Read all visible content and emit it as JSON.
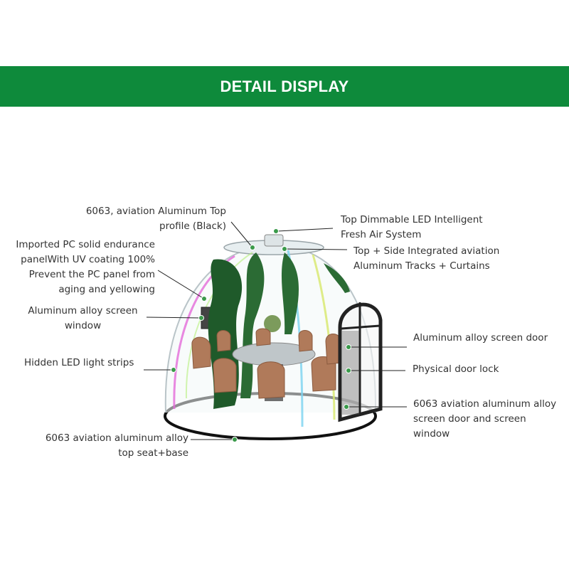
{
  "header": {
    "title": "DETAIL DISPLAY"
  },
  "colors": {
    "banner": "#0e8a3b",
    "text": "#333333",
    "curtain": "#1f5a2a",
    "chair": "#b07a5a",
    "frame": "#222222"
  },
  "labels": {
    "top_profile": [
      "6063, aviation Aluminum Top",
      "profile (Black)"
    ],
    "pc_panel": [
      "Imported PC solid endurance",
      "panelWith UV coating 100%",
      "Prevent the PC panel from",
      "aging and yellowing"
    ],
    "screen_window": [
      "Aluminum alloy screen",
      "window"
    ],
    "led_strips": [
      "Hidden LED light strips"
    ],
    "seat_base": [
      "6063 aviation aluminum alloy",
      "top seat+base"
    ],
    "top_led": [
      "Top Dimmable LED Intelligent",
      "Fresh Air System"
    ],
    "tracks": [
      "Top + Side Integrated aviation",
      "Aluminum Tracks + Curtains"
    ],
    "screen_door": [
      "Aluminum alloy screen door"
    ],
    "door_lock": [
      "Physical door lock"
    ],
    "door_window": [
      "6063 aviation aluminum alloy",
      "screen door and screen",
      "window"
    ]
  }
}
